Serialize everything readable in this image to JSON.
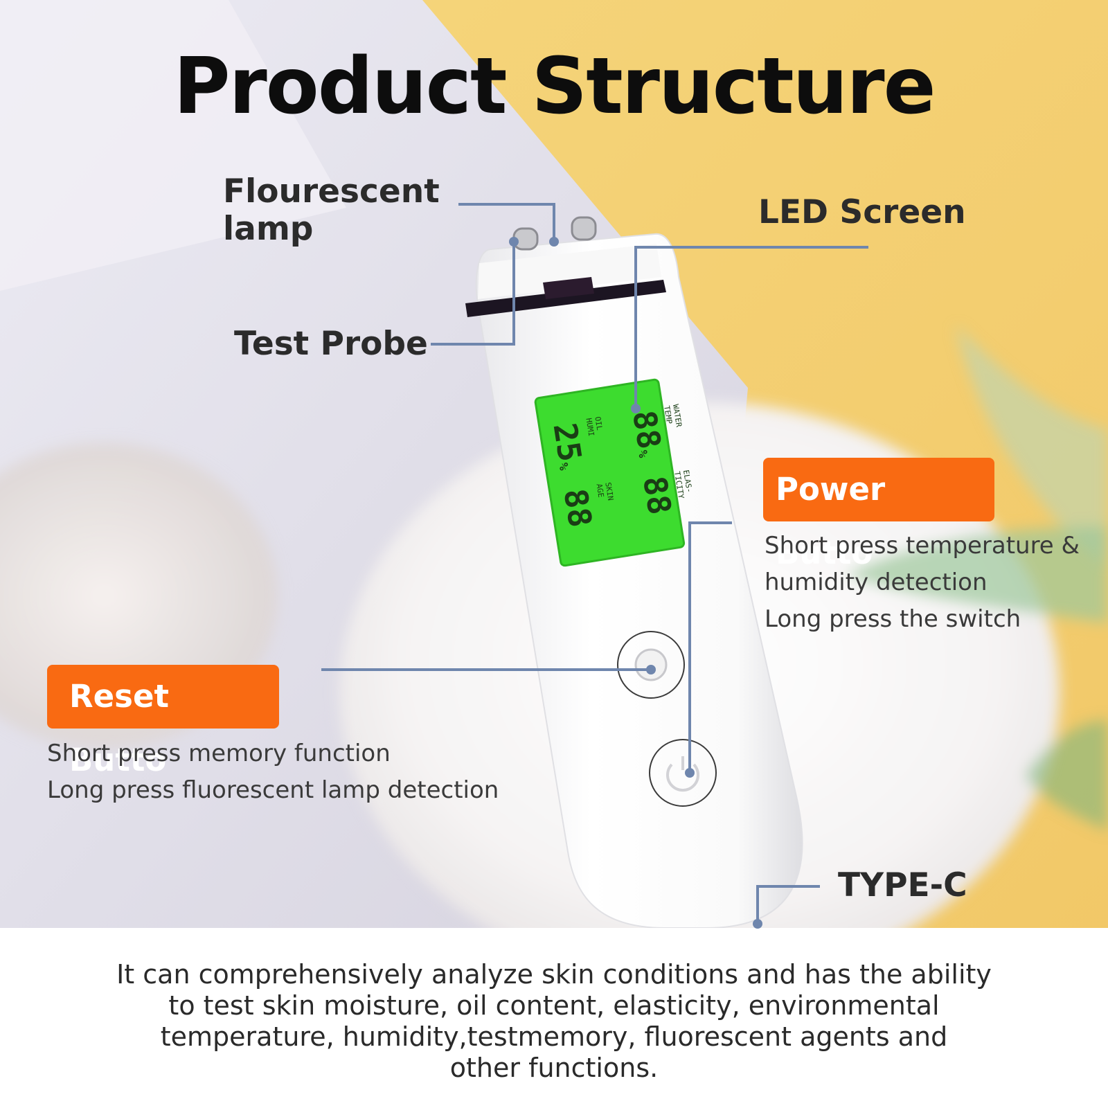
{
  "title": "Product Structure",
  "labels": {
    "fluorescent_lamp_line1": "Flourescent",
    "fluorescent_lamp_line2": "lamp",
    "led_screen": "LED Screen",
    "test_probe": "Test Probe",
    "type_c": "TYPE-C"
  },
  "power_button": {
    "title": "Power Butto",
    "desc_line1": "Short press temperature &",
    "desc_line2": "humidity detection",
    "desc_line3": "Long press the switch"
  },
  "reset_button": {
    "title": "Reset Butto",
    "desc_line1": "Short press memory function",
    "desc_line2": "Long press fluorescent lamp detection"
  },
  "lcd": {
    "water": "WATER",
    "temp": "TEMP",
    "oil": "OIL",
    "humi": "HUMI",
    "elas": "ELAS-",
    "ticity": "TICITY",
    "skin": "SKIN",
    "age": "AGE",
    "value_top_left": "88",
    "value_top_right": "25",
    "value_bottom_left": "88",
    "value_bottom_right": "88",
    "percent": "%"
  },
  "bottom": {
    "line1": "It can comprehensively analyze skin conditions and has the ability",
    "line2": "to test skin moisture, oil content, elasticity, environmental",
    "line3": "temperature, humidity,testmemory, fluorescent agents and",
    "line4": "other functions."
  },
  "colors": {
    "accent": "#f96a12",
    "leader_line": "#6f86ad",
    "lcd_green": "#3ddc2f"
  }
}
